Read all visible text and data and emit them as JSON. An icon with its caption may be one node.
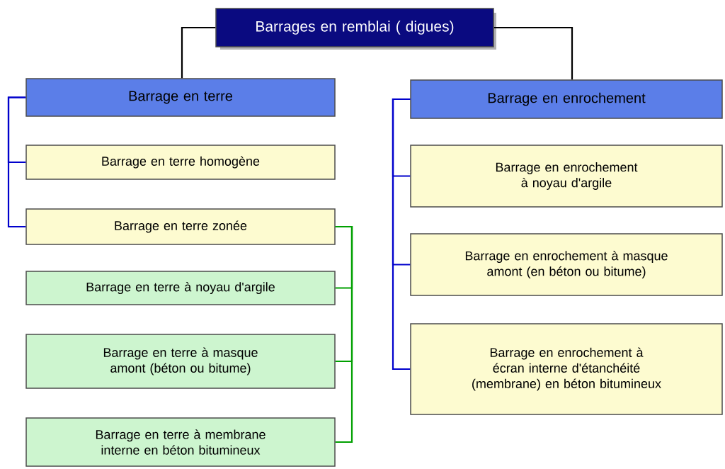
{
  "diagram": {
    "nodes": [
      {
        "text": [
          "Barrages en remblai ( digues)"
        ]
      },
      {
        "text": [
          "Barrage en terre"
        ]
      },
      {
        "text": [
          "Barrage en terre homogène"
        ]
      },
      {
        "text": [
          "Barrage en terre zonée"
        ]
      },
      {
        "text": [
          "Barrage en terre à noyau d'argile"
        ]
      },
      {
        "text": [
          "Barrage en terre à masque amont (béton ou bitume)"
        ]
      },
      {
        "text": [
          "Barrage en  terre à membrane interne en béton bitumineux"
        ]
      },
      {
        "text": [
          "Barrage  en enrochement"
        ]
      },
      {
        "text": [
          "Barrage en enrochement à noyau d'argile"
        ]
      },
      {
        "text": [
          "Barrage en enrochement à masque amont (en béton ou bitume)"
        ]
      },
      {
        "text": [
          "Barrage en enrochement à écran interne d'étanchéité (membrane) en béton bitumineux"
        ]
      }
    ],
    "edges": [
      {
        "from": 0,
        "to": 1,
        "arrow": "none",
        "color": "#000000"
      },
      {
        "from": 0,
        "to": 7,
        "arrow": "none",
        "color": "#000000"
      },
      {
        "from": 1,
        "to": 2,
        "arrow": "none"
      },
      {
        "from": 1,
        "to": 3,
        "arrow": "none"
      },
      {
        "from": 3,
        "to": 4,
        "arrow": "none",
        "color": "#00a000"
      },
      {
        "from": 3,
        "to": 5,
        "arrow": "none",
        "color": "#00a000"
      },
      {
        "from": 3,
        "to": 6,
        "arrow": "none",
        "color": "#00a000"
      },
      {
        "from": 7,
        "to": 8,
        "arrow": "none"
      },
      {
        "from": 7,
        "to": 9,
        "arrow": "none"
      },
      {
        "from": 7,
        "to": 10,
        "arrow": "none"
      }
    ]
  }
}
